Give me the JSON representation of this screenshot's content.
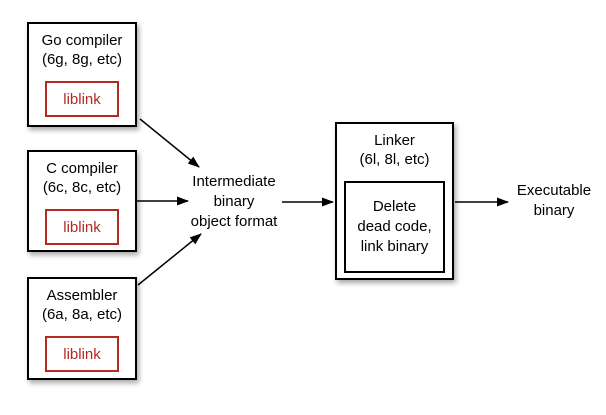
{
  "colors": {
    "box_border": "#000000",
    "liblink": "#b22a20",
    "background": "#ffffff"
  },
  "nodes": {
    "go_compiler": {
      "label": "Go compiler\n(6g, 8g, etc)",
      "inner_label": "liblink"
    },
    "c_compiler": {
      "label": "C compiler\n(6c, 8c, etc)",
      "inner_label": "liblink"
    },
    "assembler": {
      "label": "Assembler\n(6a, 8a, etc)",
      "inner_label": "liblink"
    },
    "intermediate_format": {
      "label": "Intermediate\nbinary\nobject format"
    },
    "linker": {
      "label": "Linker\n(6l, 8l, etc)",
      "inner_label": "Delete\ndead code,\nlink binary"
    },
    "executable": {
      "label": "Executable\nbinary"
    }
  }
}
